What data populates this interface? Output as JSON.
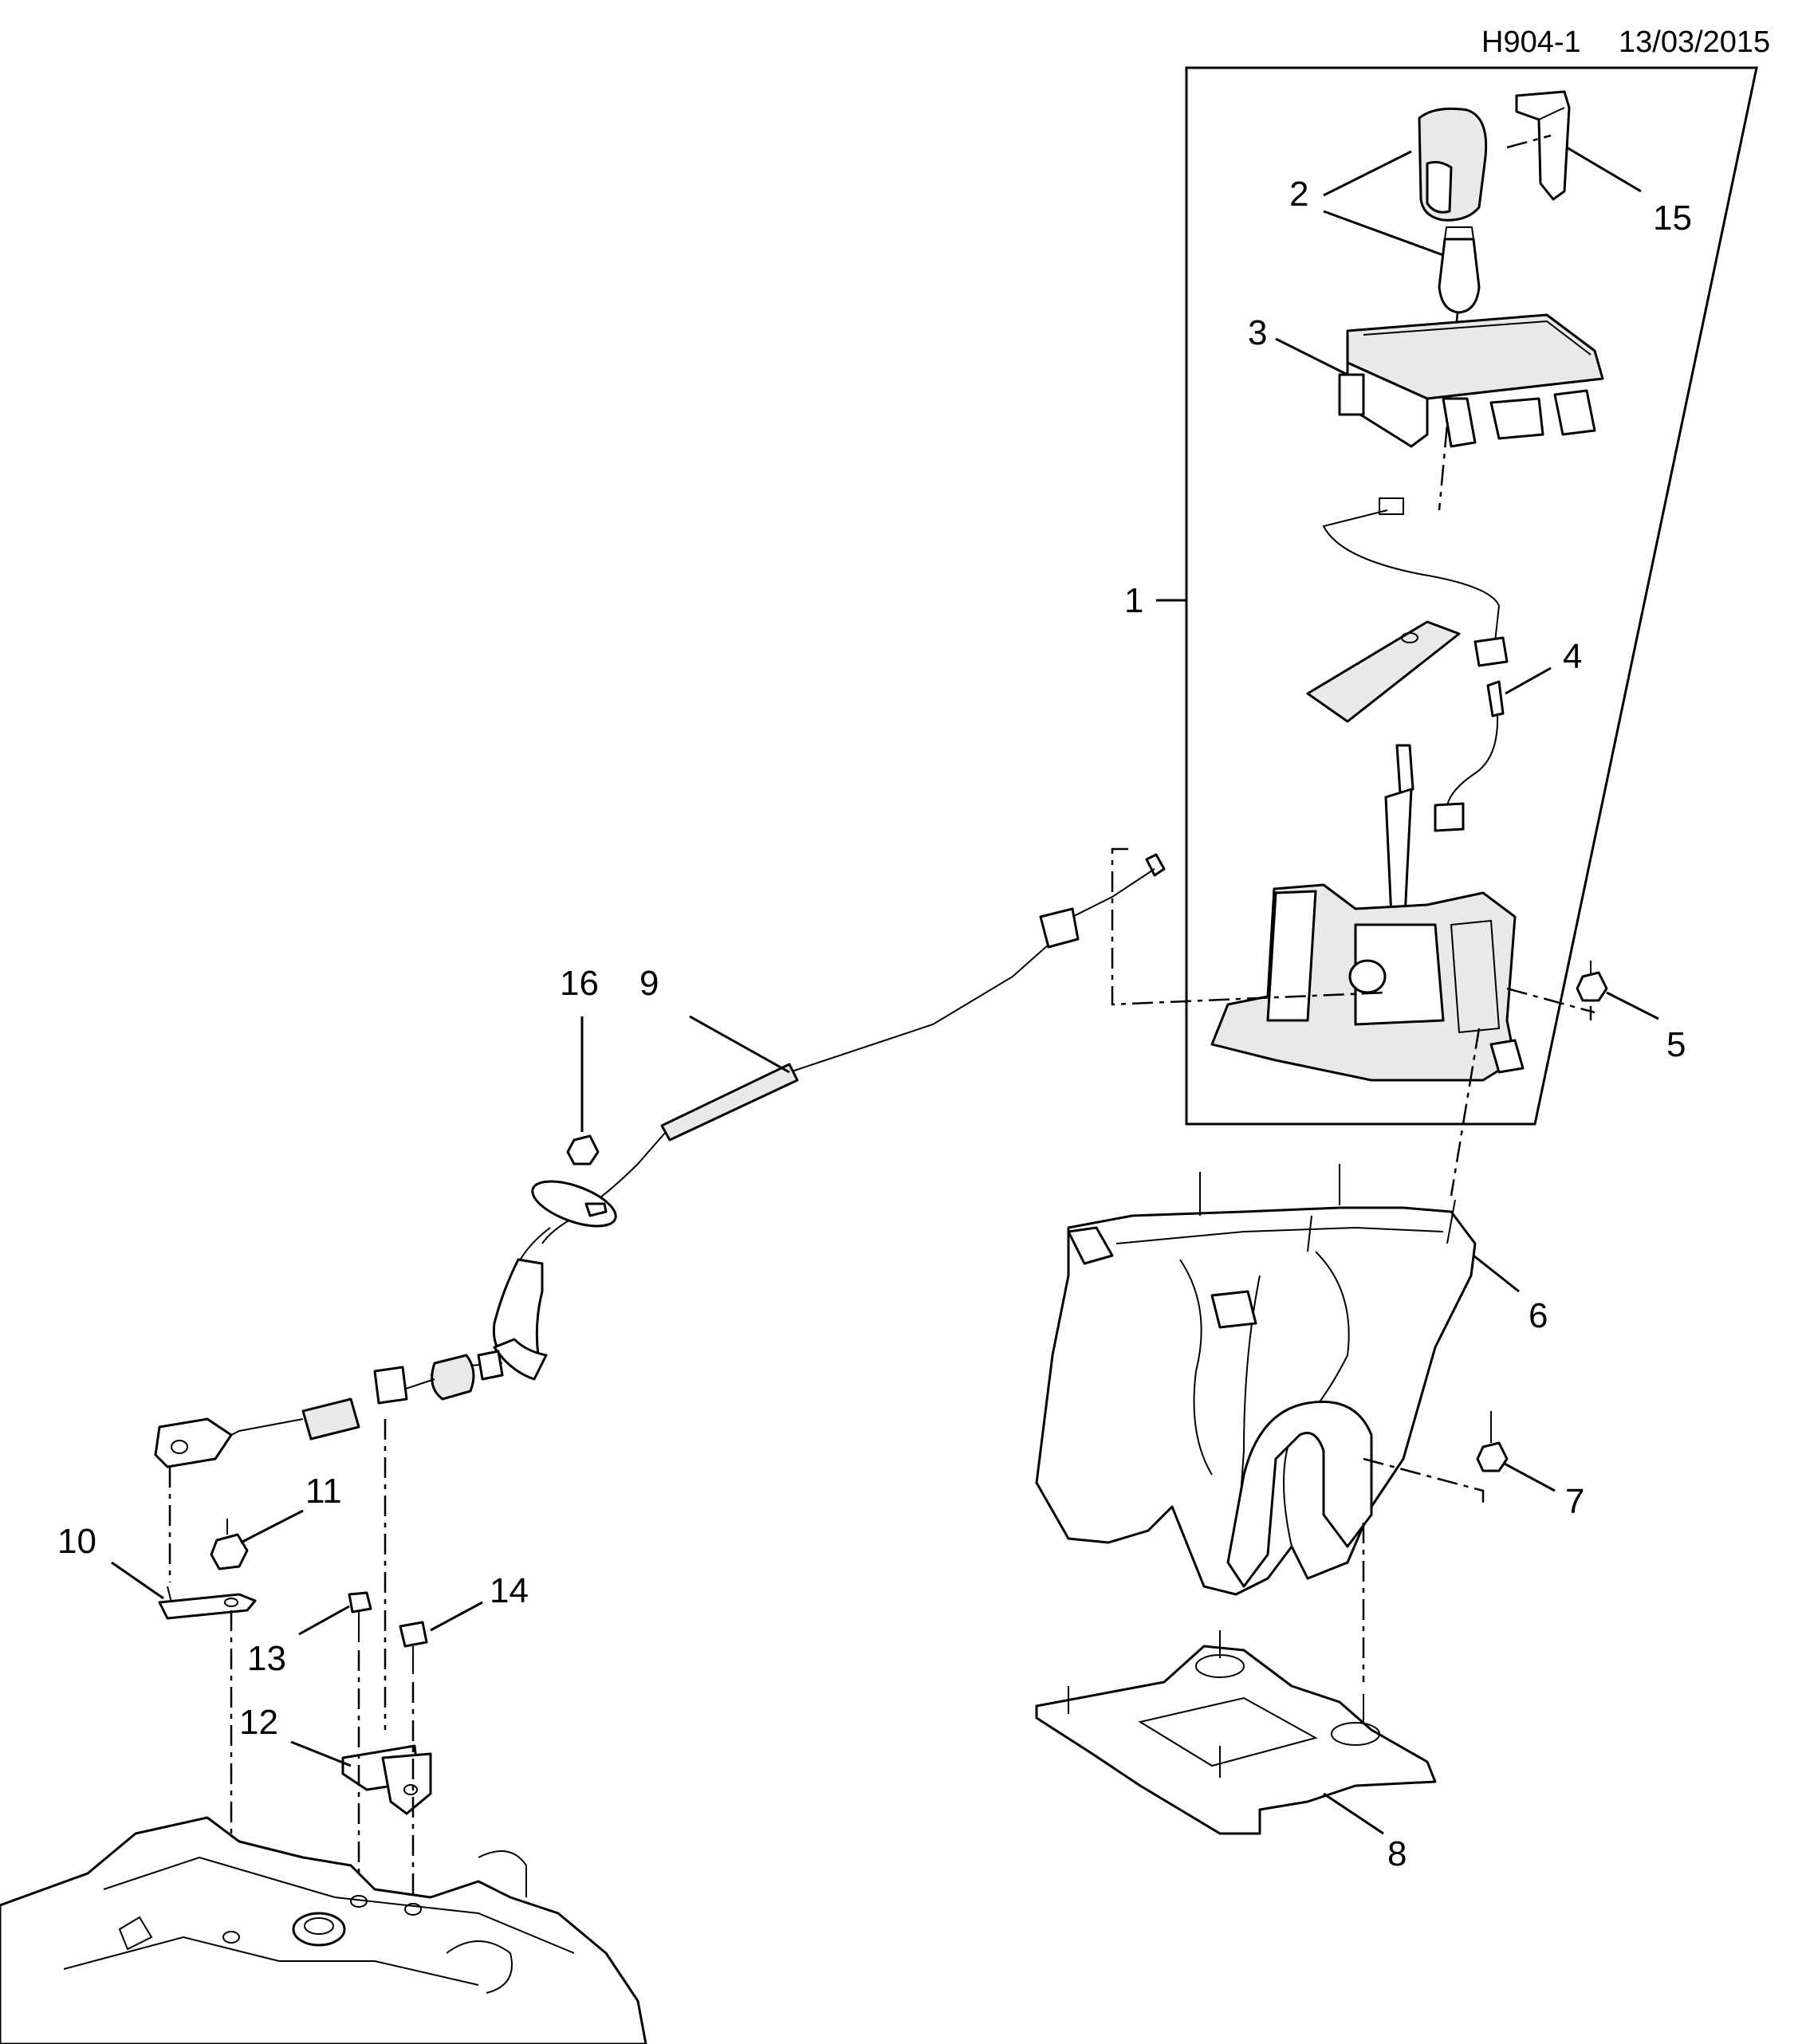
{
  "header": {
    "code": "H904-1",
    "date": "13/03/2015"
  },
  "callouts": [
    {
      "id": "1",
      "text": "1"
    },
    {
      "id": "2",
      "text": "2"
    },
    {
      "id": "3",
      "text": "3"
    },
    {
      "id": "4",
      "text": "4"
    },
    {
      "id": "5",
      "text": "5"
    },
    {
      "id": "6",
      "text": "6"
    },
    {
      "id": "7",
      "text": "7"
    },
    {
      "id": "8",
      "text": "8"
    },
    {
      "id": "9",
      "text": "9"
    },
    {
      "id": "10",
      "text": "10"
    },
    {
      "id": "11",
      "text": "11"
    },
    {
      "id": "12",
      "text": "12"
    },
    {
      "id": "13",
      "text": "13"
    },
    {
      "id": "14",
      "text": "14"
    },
    {
      "id": "15",
      "text": "15"
    },
    {
      "id": "16",
      "text": "16"
    }
  ]
}
